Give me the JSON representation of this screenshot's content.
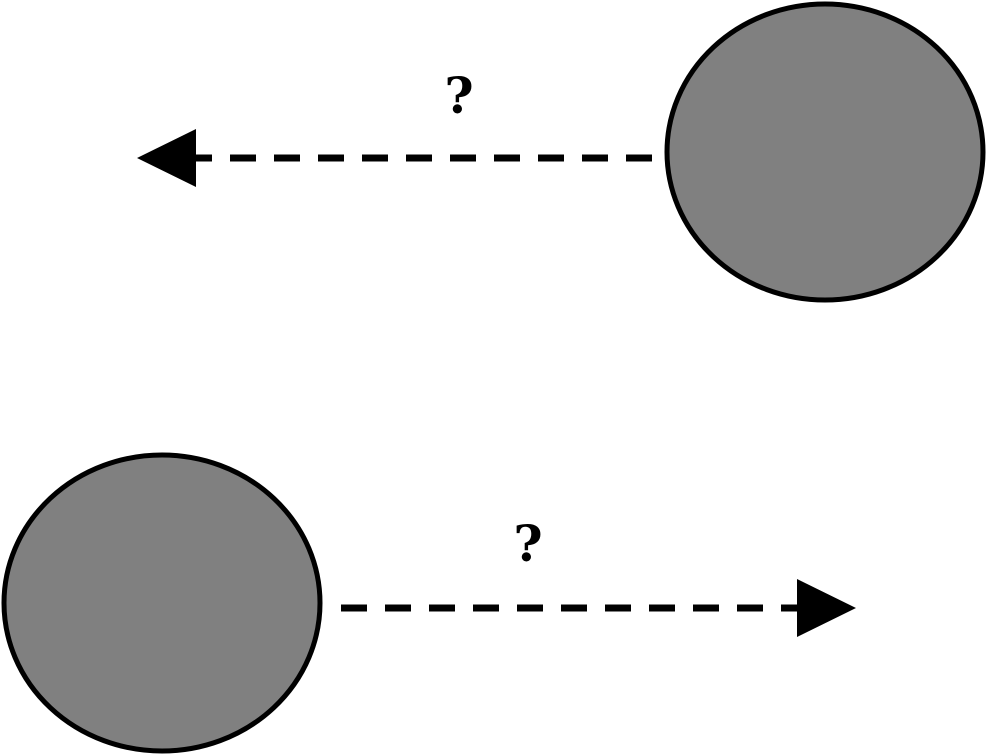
{
  "colors": {
    "ball_fill": "#808080",
    "ball_stroke": "#000000",
    "arrow": "#000000",
    "text": "#000000",
    "background": "#ffffff"
  },
  "top_object": {
    "shape": "circle",
    "arrow_direction": "left",
    "arrow_style": "dashed",
    "velocity_label": "?"
  },
  "bottom_object": {
    "shape": "circle",
    "arrow_direction": "right",
    "arrow_style": "dashed",
    "velocity_label": "?"
  }
}
